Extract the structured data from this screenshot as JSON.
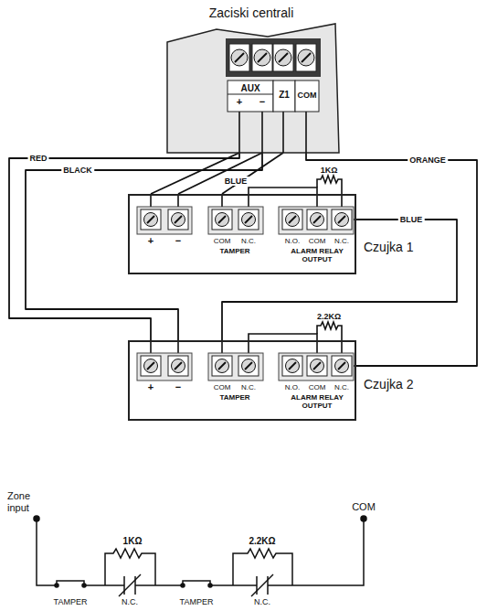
{
  "diagram": {
    "nodes": [
      {
        "text": [
          "Zaciski centrali",
          "AUX",
          "+",
          "−",
          "Z1",
          "COM"
        ]
      },
      {
        "text": [
          "Czujka 1",
          "+",
          "−",
          "COM",
          "N.C.",
          "TAMPER",
          "N.O.",
          "COM",
          "N.C.",
          "ALARM RELAY OUTPUT"
        ]
      },
      {
        "text": [
          "Czujka 2",
          "+",
          "−",
          "COM",
          "N.C.",
          "TAMPER",
          "N.O.",
          "COM",
          "N.C.",
          "ALARM RELAY OUTPUT"
        ]
      }
    ],
    "edges": [
      {
        "from": 0,
        "to": 1,
        "arrow": "none"
      },
      {
        "from": 0,
        "to": 1,
        "arrow": "none"
      },
      {
        "from": 0,
        "to": 1,
        "label": "BLUE",
        "arrow": "none"
      },
      {
        "from": 0,
        "to": 2,
        "label": "RED",
        "arrow": "none"
      },
      {
        "from": 0,
        "to": 2,
        "label": "BLACK",
        "arrow": "none"
      },
      {
        "from": 1,
        "to": 2,
        "label": "BLUE",
        "arrow": "none"
      },
      {
        "from": 2,
        "to": 0,
        "label": "ORANGE",
        "arrow": "none"
      }
    ],
    "labels": [
      "1KΩ",
      "2.2KΩ",
      "Zone input",
      "COM",
      "1KΩ",
      "2.2KΩ",
      "TAMPER",
      "N.C.",
      "TAMPER",
      "N.C."
    ]
  }
}
